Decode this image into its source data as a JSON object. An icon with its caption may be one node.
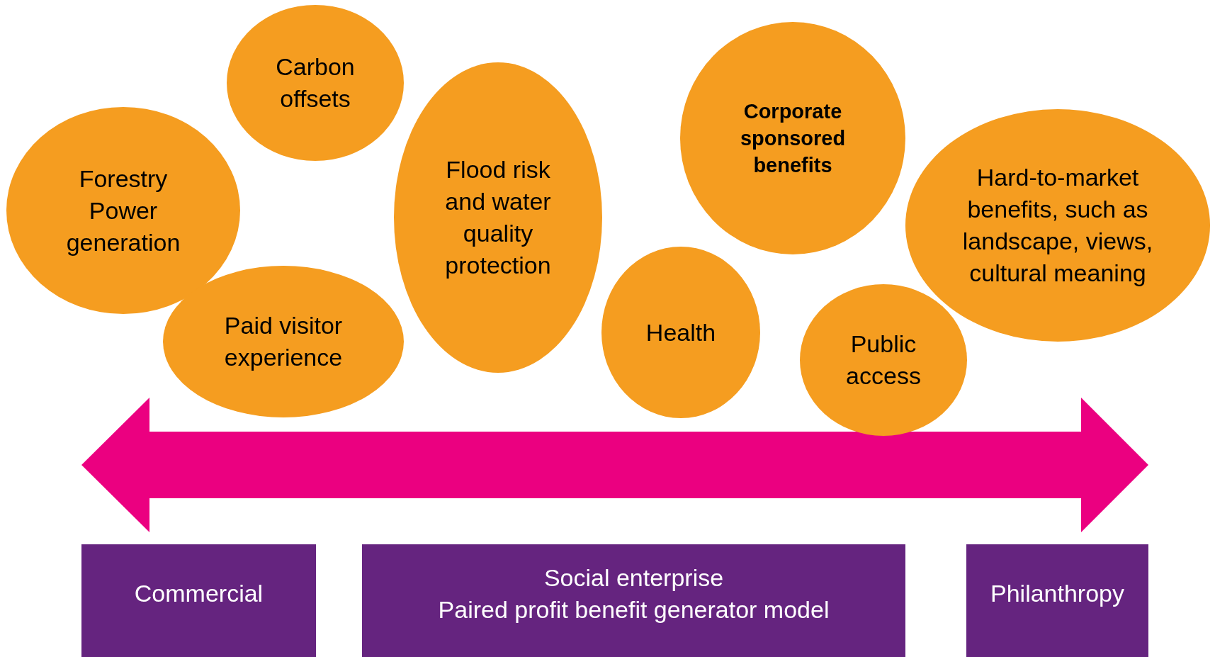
{
  "diagram": {
    "nodes": [
      {
        "text": [
          "Forestry",
          "Power generation"
        ]
      },
      {
        "text": [
          "Carbon offsets"
        ]
      },
      {
        "text": [
          "Paid visitor experience"
        ]
      },
      {
        "text": [
          "Flood risk and water quality protection"
        ]
      },
      {
        "text": [
          "Health"
        ]
      },
      {
        "text": [
          "Corporate sponsored benefits"
        ]
      },
      {
        "text": [
          "Hard-to-market benefits, such as landscape, views, cultural meaning"
        ]
      },
      {
        "text": [
          "Public access"
        ]
      },
      {
        "text": [
          "Commercial"
        ]
      },
      {
        "text": [
          "Social enterprise",
          "Paired profit benefit generator model"
        ]
      },
      {
        "text": [
          "Philanthropy"
        ]
      }
    ]
  }
}
